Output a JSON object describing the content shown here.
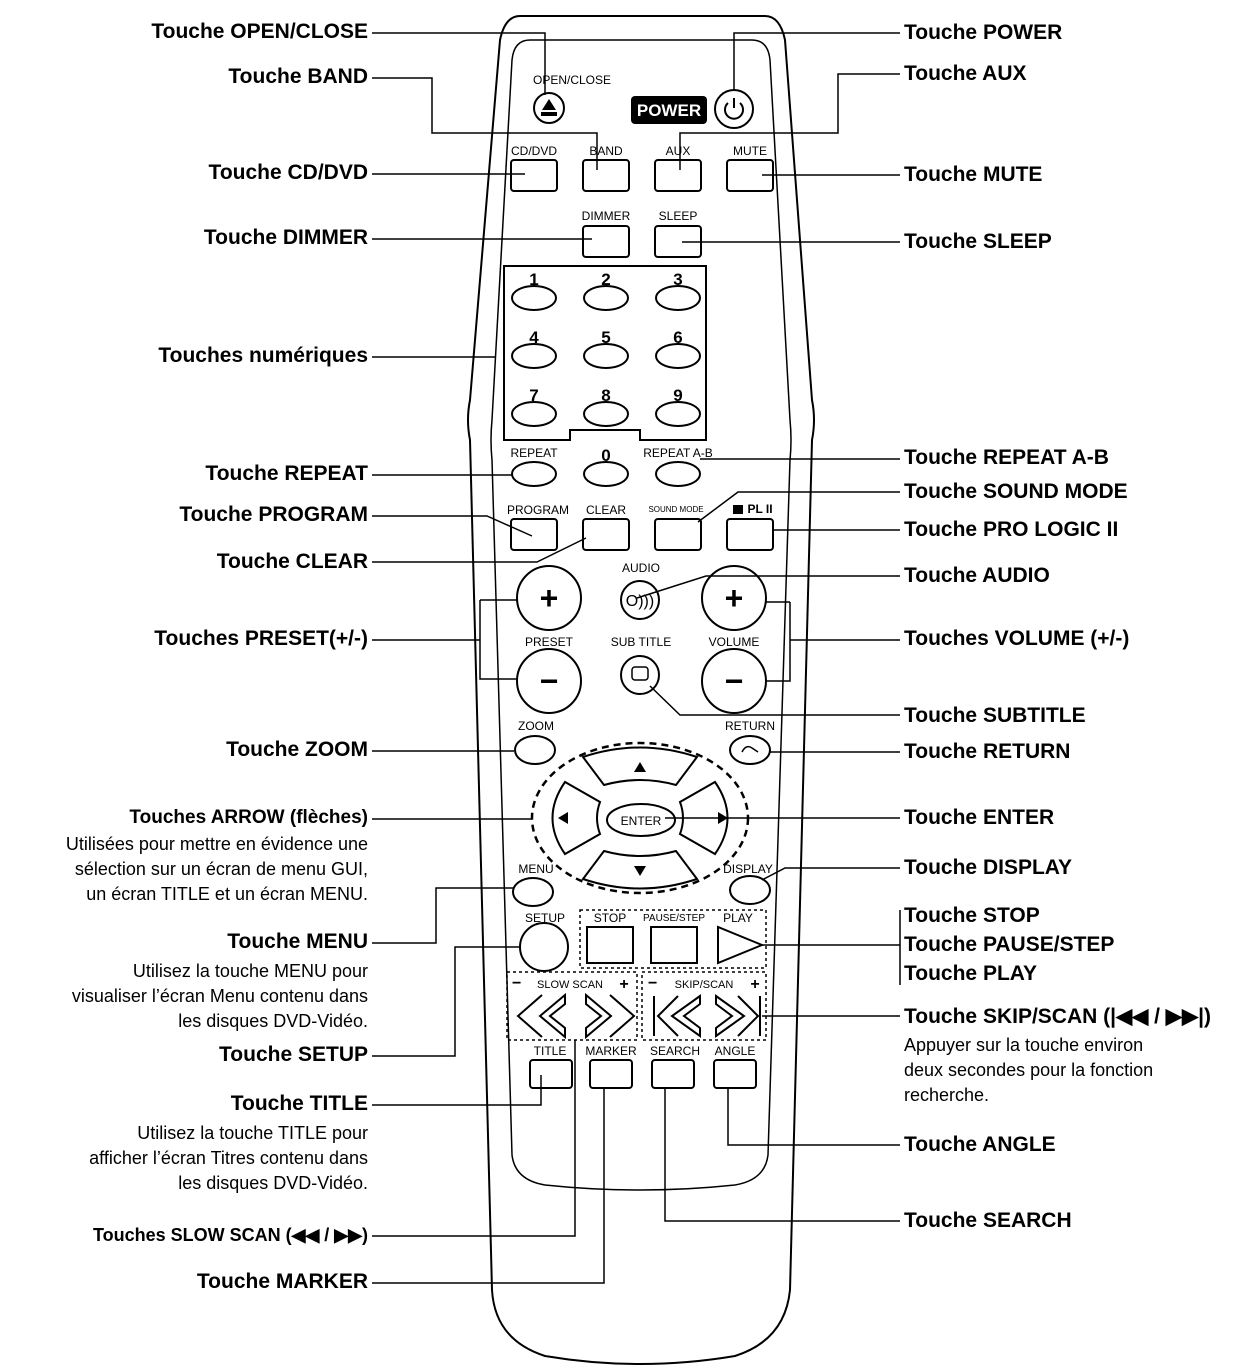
{
  "labels_left": {
    "open_close": "Touche OPEN/CLOSE",
    "band": "Touche BAND",
    "cd_dvd": "Touche CD/DVD",
    "dimmer": "Touche DIMMER",
    "numeric": "Touches numériques",
    "repeat": "Touche REPEAT",
    "program": "Touche PROGRAM",
    "clear": "Touche CLEAR",
    "preset": "Touches PRESET(+/-)",
    "zoom": "Touche ZOOM",
    "arrow": "Touches ARROW (flèches)",
    "arrow_desc_1": "Utilisées pour mettre en évidence une",
    "arrow_desc_2": "sélection sur un écran de menu GUI,",
    "arrow_desc_3": "un écran TITLE et un écran MENU.",
    "menu": "Touche MENU",
    "menu_desc_1": "Utilisez la touche MENU pour",
    "menu_desc_2": "visualiser l’écran Menu contenu dans",
    "menu_desc_3": "les disques DVD-Vidéo.",
    "setup": "Touche SETUP",
    "title": "Touche TITLE",
    "title_desc_1": "Utilisez la touche TITLE pour",
    "title_desc_2": "afficher l’écran Titres contenu dans",
    "title_desc_3": "les disques DVD-Vidéo.",
    "slow_scan": "Touches SLOW SCAN (◀◀ / ▶▶)",
    "marker": "Touche MARKER"
  },
  "labels_right": {
    "power": "Touche POWER",
    "aux": "Touche AUX",
    "mute": "Touche MUTE",
    "sleep": "Touche SLEEP",
    "repeat_ab": "Touche REPEAT A-B",
    "sound_mode": "Touche SOUND MODE",
    "pro_logic": "Touche PRO LOGIC II",
    "audio": "Touche AUDIO",
    "volume": "Touches VOLUME (+/-)",
    "subtitle": "Touche SUBTITLE",
    "return": "Touche RETURN",
    "enter": "Touche ENTER",
    "display": "Touche DISPLAY",
    "stop": "Touche STOP",
    "pause_step": "Touche PAUSE/STEP",
    "play": "Touche PLAY",
    "skip_scan": "Touche SKIP/SCAN (|◀◀ / ▶▶|)",
    "skip_desc_1": "Appuyer sur la touche environ",
    "skip_desc_2": "deux secondes pour la fonction",
    "skip_desc_3": "recherche.",
    "angle": "Touche ANGLE",
    "search": "Touche SEARCH"
  },
  "remote": {
    "open_close": "OPEN/CLOSE",
    "power_badge": "POWER",
    "cd_dvd": "CD/DVD",
    "band": "BAND",
    "aux": "AUX",
    "mute": "MUTE",
    "dimmer": "DIMMER",
    "sleep": "SLEEP",
    "digits": [
      "1",
      "2",
      "3",
      "4",
      "5",
      "6",
      "7",
      "8",
      "9",
      "0"
    ],
    "repeat": "REPEAT",
    "repeat_ab": "REPEAT A-B",
    "program": "PROGRAM",
    "clear": "CLEAR",
    "sound_mode": "SOUND MODE",
    "pl2": "PL II",
    "audio": "AUDIO",
    "preset": "PRESET",
    "subtitle": "SUB TITLE",
    "volume": "VOLUME",
    "zoom": "ZOOM",
    "return": "RETURN",
    "enter": "ENTER",
    "menu": "MENU",
    "display": "DISPLAY",
    "setup": "SETUP",
    "stop": "STOP",
    "pause_step": "PAUSE/STEP",
    "play": "PLAY",
    "slow_scan": "SLOW SCAN",
    "skip_scan": "SKIP/SCAN",
    "title": "TITLE",
    "marker": "MARKER",
    "search": "SEARCH",
    "angle": "ANGLE",
    "plus": "+",
    "minus": "−"
  }
}
